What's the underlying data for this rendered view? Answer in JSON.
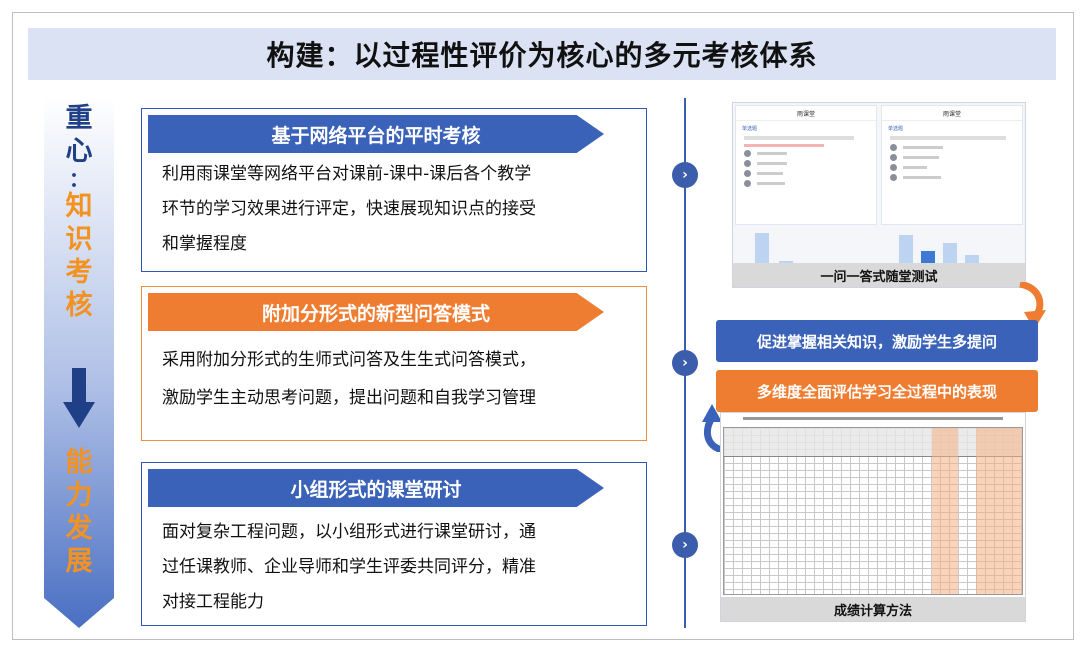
{
  "title": "构建：以过程性评价为核心的多元考核体系",
  "side": {
    "top_chars": [
      "重",
      "心",
      "：",
      "知",
      "识",
      "考",
      "核"
    ],
    "bottom_chars": [
      "能",
      "力",
      "发",
      "展"
    ]
  },
  "cards": [
    {
      "heading": "基于网络平台的平时考核",
      "lines": [
        "利用雨课堂等网络平台对课前-课中-课后各个教学",
        "环节的学习效果进行评定，快速展现知识点的接受",
        "和掌握程度"
      ]
    },
    {
      "heading": "附加分形式的新型问答模式",
      "lines": [
        "采用附加分形式的生师式问答及生生式问答模式，",
        "激励学生主动思考问题，提出问题和自我学习管理"
      ]
    },
    {
      "heading": "小组形式的课堂研讨",
      "lines": [
        "面对复杂工程问题，以小组形式进行课堂研讨，通",
        "过任课教师、企业导师和学生评委共同评分，精准",
        "对接工程能力"
      ]
    }
  ],
  "right": {
    "panel1_label": "一问一答式随堂测试",
    "phone_app": "雨课堂",
    "phone_tag": "单选题",
    "banner1": "促进掌握相关知识，激励学生多提问",
    "banner2": "多维度全面评估学习全过程中的表现",
    "panel2_label": "成绩计算方法"
  },
  "colors": {
    "primary_blue": "#3a62b8",
    "accent_orange": "#ef7d31",
    "title_bg": "#dbe2f3"
  }
}
